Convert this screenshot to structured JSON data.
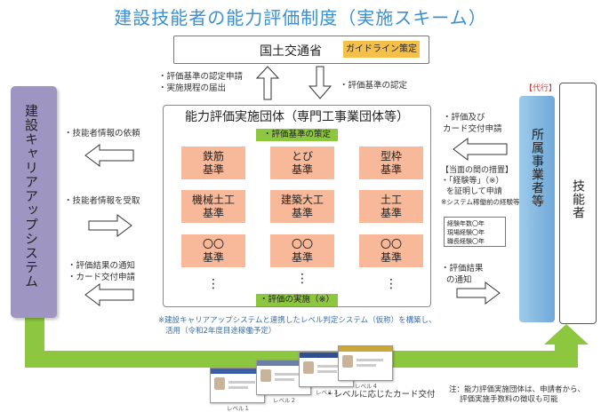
{
  "title": "建設技能者の能力評価制度（実施スキーム）",
  "mlit": {
    "name": "国土交通省",
    "badge": "ガイドライン策定"
  },
  "notes_left_top": [
    "・評価基準の認定申請",
    "・実施規程の届出"
  ],
  "note_right_top": "・評価基準の認定",
  "career_system": "建設キャリアアップシステム",
  "left_flows": {
    "info_request": "・技能者情報の依頼",
    "info_receive": "・技能者情報を受取",
    "result_notice": [
      "・評価結果の通知",
      "・カード交付申請"
    ]
  },
  "body": {
    "title": "能力評価実施団体（専門工事業団体等）",
    "badge_top": "・評価基準の策定",
    "badge_bottom": "・評価の実施（※）",
    "cells": [
      {
        "line1": "鉄筋",
        "line2": "基準"
      },
      {
        "line1": "とび",
        "line2": "基準"
      },
      {
        "line1": "型枠",
        "line2": "基準"
      },
      {
        "line1": "機械土工",
        "line2": "基準"
      },
      {
        "line1": "建築大工",
        "line2": "基準"
      },
      {
        "line1": "土工",
        "line2": "基準"
      },
      {
        "line1": "〇〇",
        "line2": "基準"
      },
      {
        "line1": "〇〇",
        "line2": "基準"
      },
      {
        "line1": "〇〇",
        "line2": "基準"
      }
    ],
    "dots": "⋮"
  },
  "right_flows": {
    "apply": [
      "・評価及び",
      "カード交付申請"
    ],
    "interim_title": "【当面の間の措置】",
    "interim": [
      "・「経験等」（※）",
      "を証明して申請"
    ],
    "interim_note": "※システム稼働前の経験等",
    "exp_lines": [
      "経験年数〇年",
      "現場経験〇年",
      "職長経験〇年"
    ],
    "result": [
      "・評価結果",
      "の通知"
    ]
  },
  "firm": {
    "tag": "【代行】",
    "label": "所属事業者等"
  },
  "worker": {
    "label": "技能者"
  },
  "footnote_system": [
    "※建設キャリアアップシステムと連携したレベル判定システム（仮称）を構築し、",
    "活用（令和2年度目途稼働予定）"
  ],
  "card_caption": "・レベルに応じたカード交付",
  "card_levels": [
    "レベル１",
    "レベル２",
    "レベル３",
    "レベル４"
  ],
  "footnote_fee": [
    "注：能力評価実施団体は、申請者から、",
    "評価実施手数料の徴収も可能"
  ],
  "colors": {
    "title": "#3a8fd1",
    "career": "#9e95c2",
    "badge_green": "#8dc63f",
    "cell": "#f7b99a",
    "arrow_green": "#8dc63f",
    "firm": "#7fb3dd",
    "badge_yellow": "#f5c04a"
  }
}
